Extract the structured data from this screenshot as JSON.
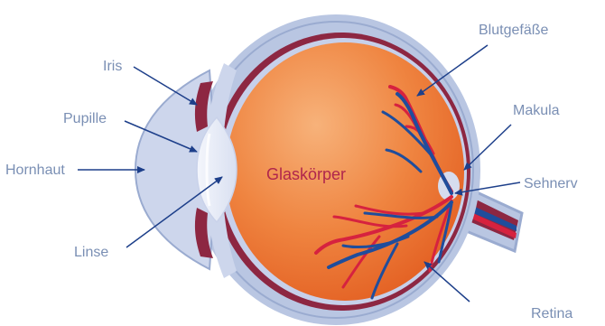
{
  "diagram": {
    "center_label": "Glaskörper",
    "labels": {
      "iris": "Iris",
      "pupille": "Pupille",
      "hornhaut": "Hornhaut",
      "linse": "Linse",
      "blutgefaesse": "Blutgefäße",
      "makula": "Makula",
      "sehnerv": "Sehnerv",
      "retina": "Retina"
    },
    "colors": {
      "sclera": "#b9c6e2",
      "sclera_dark": "#9aabd0",
      "cornea": "#cdd6ec",
      "choroid": "#8d2742",
      "vitreous_light": "#f6a969",
      "vitreous_dark": "#e8662a",
      "lens": "#e7ecf7",
      "artery": "#d6223f",
      "vein": "#1f4d9c",
      "label": "#7a8fb4",
      "arrow": "#1d3f8a",
      "center_text": "#b0264c"
    }
  }
}
